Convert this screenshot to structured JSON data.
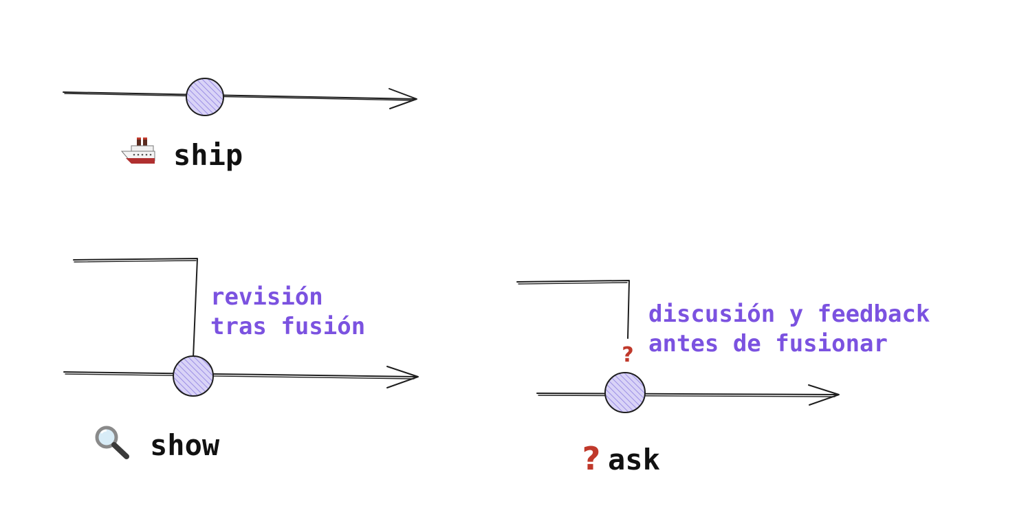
{
  "diagrams": {
    "ship": {
      "name": "ship",
      "icon": "ship-icon"
    },
    "show": {
      "name": "show",
      "icon": "magnifier-icon",
      "note_line1": "revisión",
      "note_line2": "tras fusión"
    },
    "ask": {
      "name": "ask",
      "icon": "question-mark-icon",
      "marker": "?",
      "note_line1": "discusión y feedback",
      "note_line2": "antes de fusionar"
    }
  },
  "colors": {
    "note_text": "#7b52e0",
    "commit_fill": "#d6d0f5",
    "commit_hatch": "#8a7ce0",
    "question_mark": "#c0392b",
    "stroke": "#1e1e1e"
  }
}
